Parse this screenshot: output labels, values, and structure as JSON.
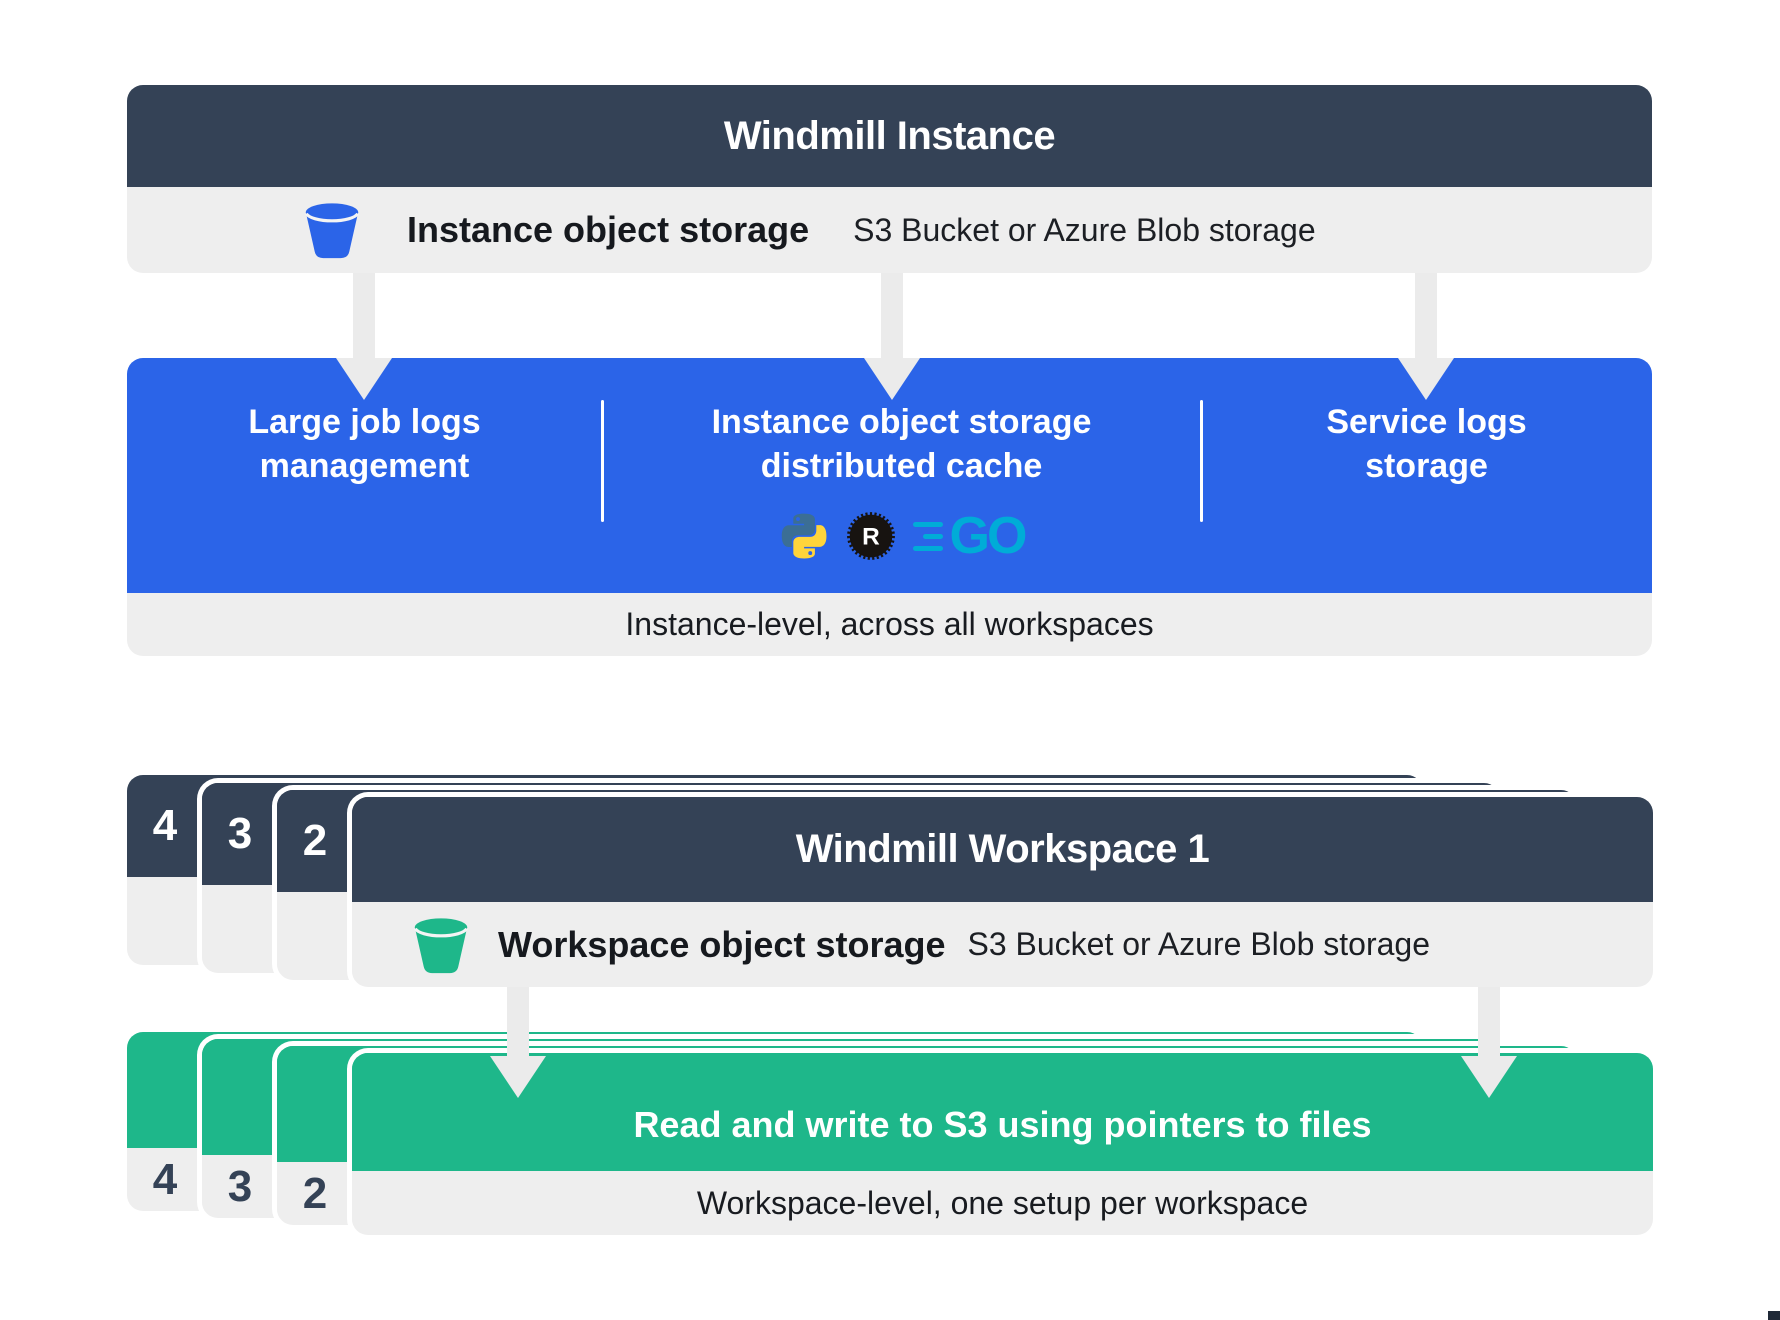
{
  "instance": {
    "title": "Windmill Instance",
    "storage": {
      "label": "Instance object storage",
      "detail": "S3 Bucket or Azure Blob storage"
    },
    "columns": [
      {
        "line1": "Large job logs",
        "line2": "management"
      },
      {
        "line1": "Instance object storage",
        "line2": "distributed cache"
      },
      {
        "line1": "Service logs",
        "line2": "storage"
      }
    ],
    "footer": "Instance-level, across all workspaces"
  },
  "workspace": {
    "stack_labels": [
      "4",
      "3",
      "2"
    ],
    "title": "Windmill Workspace 1",
    "storage": {
      "label": "Workspace object storage",
      "detail": "S3 Bucket or Azure Blob storage"
    },
    "action_title": "Read and write to S3 using pointers to files",
    "action_stack_labels": [
      "4",
      "3",
      "2"
    ],
    "footer": "Workspace-level, one setup per workspace"
  },
  "logos": {
    "rust_letter": "R",
    "go_text": "GO",
    "runtime_icon_names": [
      "python-logo",
      "rust-gear-logo",
      "go-logo"
    ]
  },
  "colors": {
    "dark_slate": "#344256",
    "blue": "#2b64e8",
    "green": "#1eb78a",
    "panel_gray": "#eeeeee",
    "arrow_gray": "#ebebeb",
    "go_teal": "#00acd7",
    "python_blue": "#3b6e95",
    "python_yellow": "#ffd43b"
  }
}
